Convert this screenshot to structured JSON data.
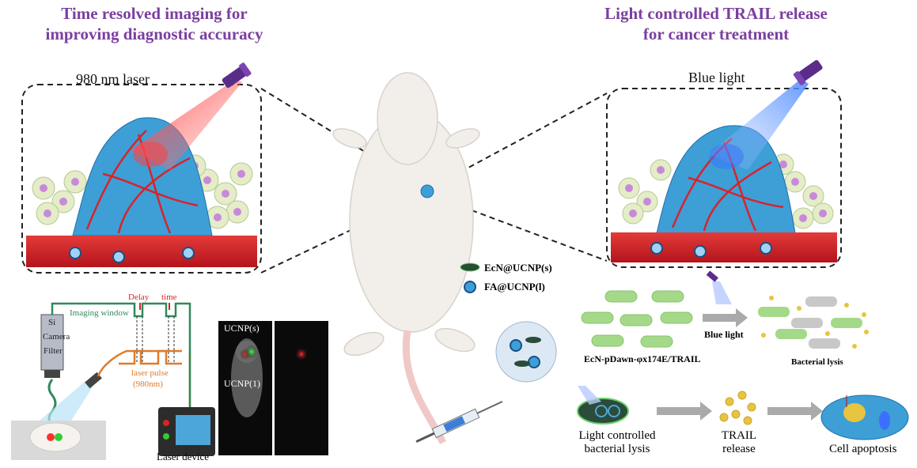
{
  "titles": {
    "left_line1": "Time resolved imaging for",
    "left_line2": "improving diagnostic accuracy",
    "right_line1": "Light controlled TRAIL release",
    "right_line2": "for cancer treatment"
  },
  "panels": {
    "left_light": "980 nm laser",
    "right_light": "Blue light"
  },
  "imaging_setup": {
    "si": "Si",
    "camera": "Camera",
    "filter": "Filter",
    "imaging_window": "Imaging window",
    "delay": "Delay",
    "time": "time",
    "laser_pulse": "laser pulse",
    "laser_wavelength": "(980nm)",
    "laser_device": "Laser device",
    "ucnp_s": "UCNP(s)",
    "ucnp_l": "UCNP(1)"
  },
  "legend": {
    "ecn": "EcN@UCNP(s)",
    "fa": "FA@UCNP(l)"
  },
  "bacteria": {
    "strain": "EcN-pDawn-φx174E/TRAIL",
    "blue_light": "Blue light",
    "lysis": "Bacterial lysis"
  },
  "process": {
    "step1_line1": "Light controlled",
    "step1_line2": "bacterial lysis",
    "step2_line1": "TRAIL",
    "step2_line2": "release",
    "step3": "Cell apoptosis"
  },
  "colors": {
    "title": "#7b3fa0",
    "vessel": "#d8232a",
    "tumor": "#3d9fd6",
    "bacteria": "#8ccf6a",
    "trail": "#e8c440",
    "orange_line": "#e07b2a",
    "green_line": "#2f8a5a"
  }
}
